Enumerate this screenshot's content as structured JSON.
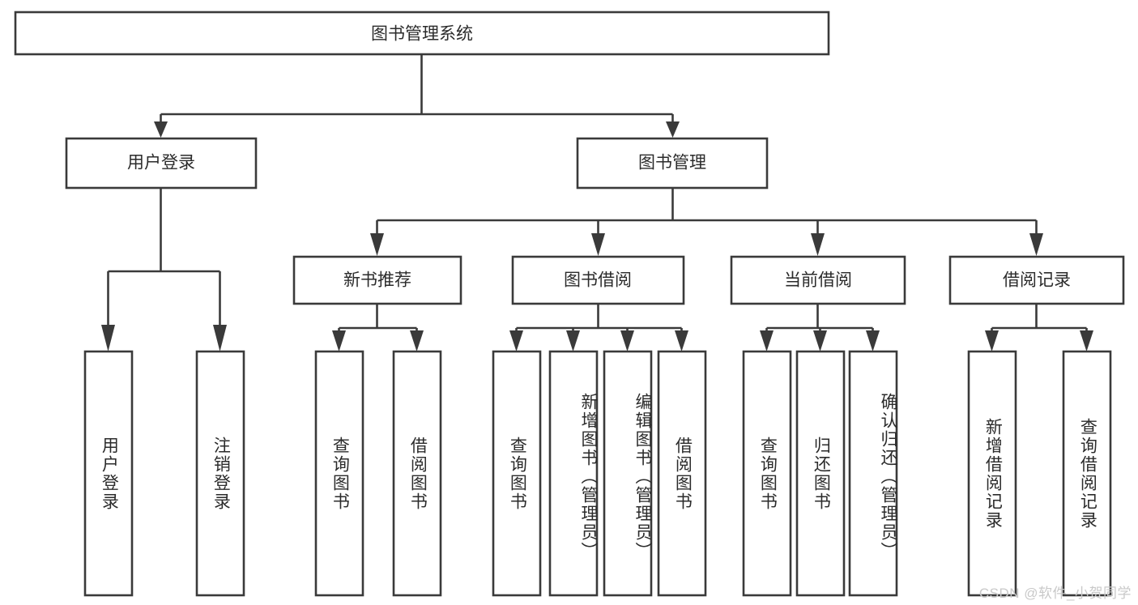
{
  "diagram": {
    "title": "图书管理系统",
    "type": "tree-hierarchy-chart",
    "colors": {
      "box_stroke": "#3a3a3a",
      "box_fill": "#ffffff",
      "text": "#2b2b2b",
      "background": "#ffffff",
      "watermark": "#c9c9c9"
    },
    "root": {
      "label": "图书管理系统"
    },
    "level2": [
      {
        "label": "用户登录"
      },
      {
        "label": "图书管理"
      }
    ],
    "level3": [
      {
        "label": "新书推荐"
      },
      {
        "label": "图书借阅"
      },
      {
        "label": "当前借阅"
      },
      {
        "label": "借阅记录"
      }
    ],
    "leaves": {
      "user_login": [
        {
          "label": "用户登录"
        },
        {
          "label": "注销登录"
        }
      ],
      "new_book_recommend": [
        {
          "label": "查询图书"
        },
        {
          "label": "借阅图书"
        }
      ],
      "book_borrow": [
        {
          "label": "查询图书"
        },
        {
          "label": "新增图书（管理员）"
        },
        {
          "label": "编辑图书（管理员）"
        },
        {
          "label": "借阅图书"
        }
      ],
      "current_borrow": [
        {
          "label": "查询图书"
        },
        {
          "label": "归还图书"
        },
        {
          "label": "确认归还（管理员）"
        }
      ],
      "borrow_record": [
        {
          "label": "新增借阅记录"
        },
        {
          "label": "查询借阅记录"
        }
      ]
    },
    "watermark": "CSDN @软件_小贺同学"
  }
}
